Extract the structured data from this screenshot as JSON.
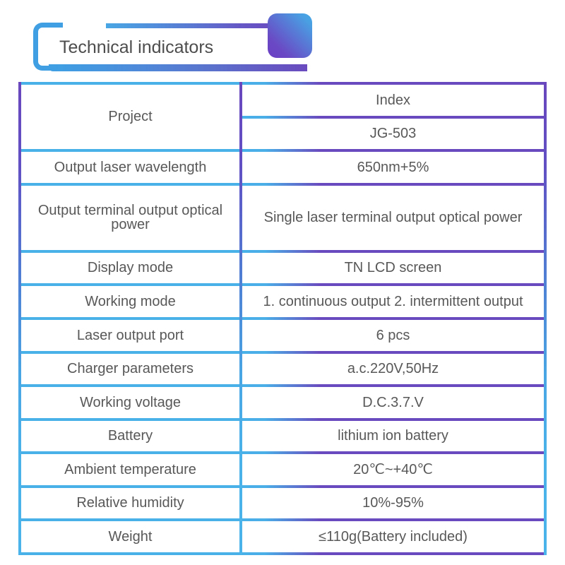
{
  "banner": {
    "title": "Technical indicators",
    "icon_badge": "rounded-square-badge",
    "bracket_icon": "bracket-icon",
    "accent_blue": "#49b0e8",
    "accent_purple": "#6a4bbf"
  },
  "table": {
    "columns": [
      "Project",
      "Index"
    ],
    "rows": [
      {
        "label": "Project",
        "value": "Index",
        "merged_label": true
      },
      {
        "label": "",
        "value": "JG-503"
      },
      {
        "label": "Output laser wavelength",
        "value": "650nm+5%"
      },
      {
        "label": "Output terminal output optical power",
        "value": "Single laser terminal output optical power"
      },
      {
        "label": "Display mode",
        "value": "TN LCD screen"
      },
      {
        "label": "Working mode",
        "value": "1. continuous output 2. intermittent output"
      },
      {
        "label": "Laser output port",
        "value": "6 pcs"
      },
      {
        "label": "Charger parameters",
        "value": "a.c.220V,50Hz"
      },
      {
        "label": "Working voltage",
        "value": "D.C.3.7.V"
      },
      {
        "label": "Battery",
        "value": "lithium ion battery"
      },
      {
        "label": "Ambient temperature",
        "value": "20℃~+40℃"
      },
      {
        "label": "Relative humidity",
        "value": "10%-95%"
      },
      {
        "label": "Weight",
        "value": "≤110g(Battery included)"
      }
    ]
  }
}
